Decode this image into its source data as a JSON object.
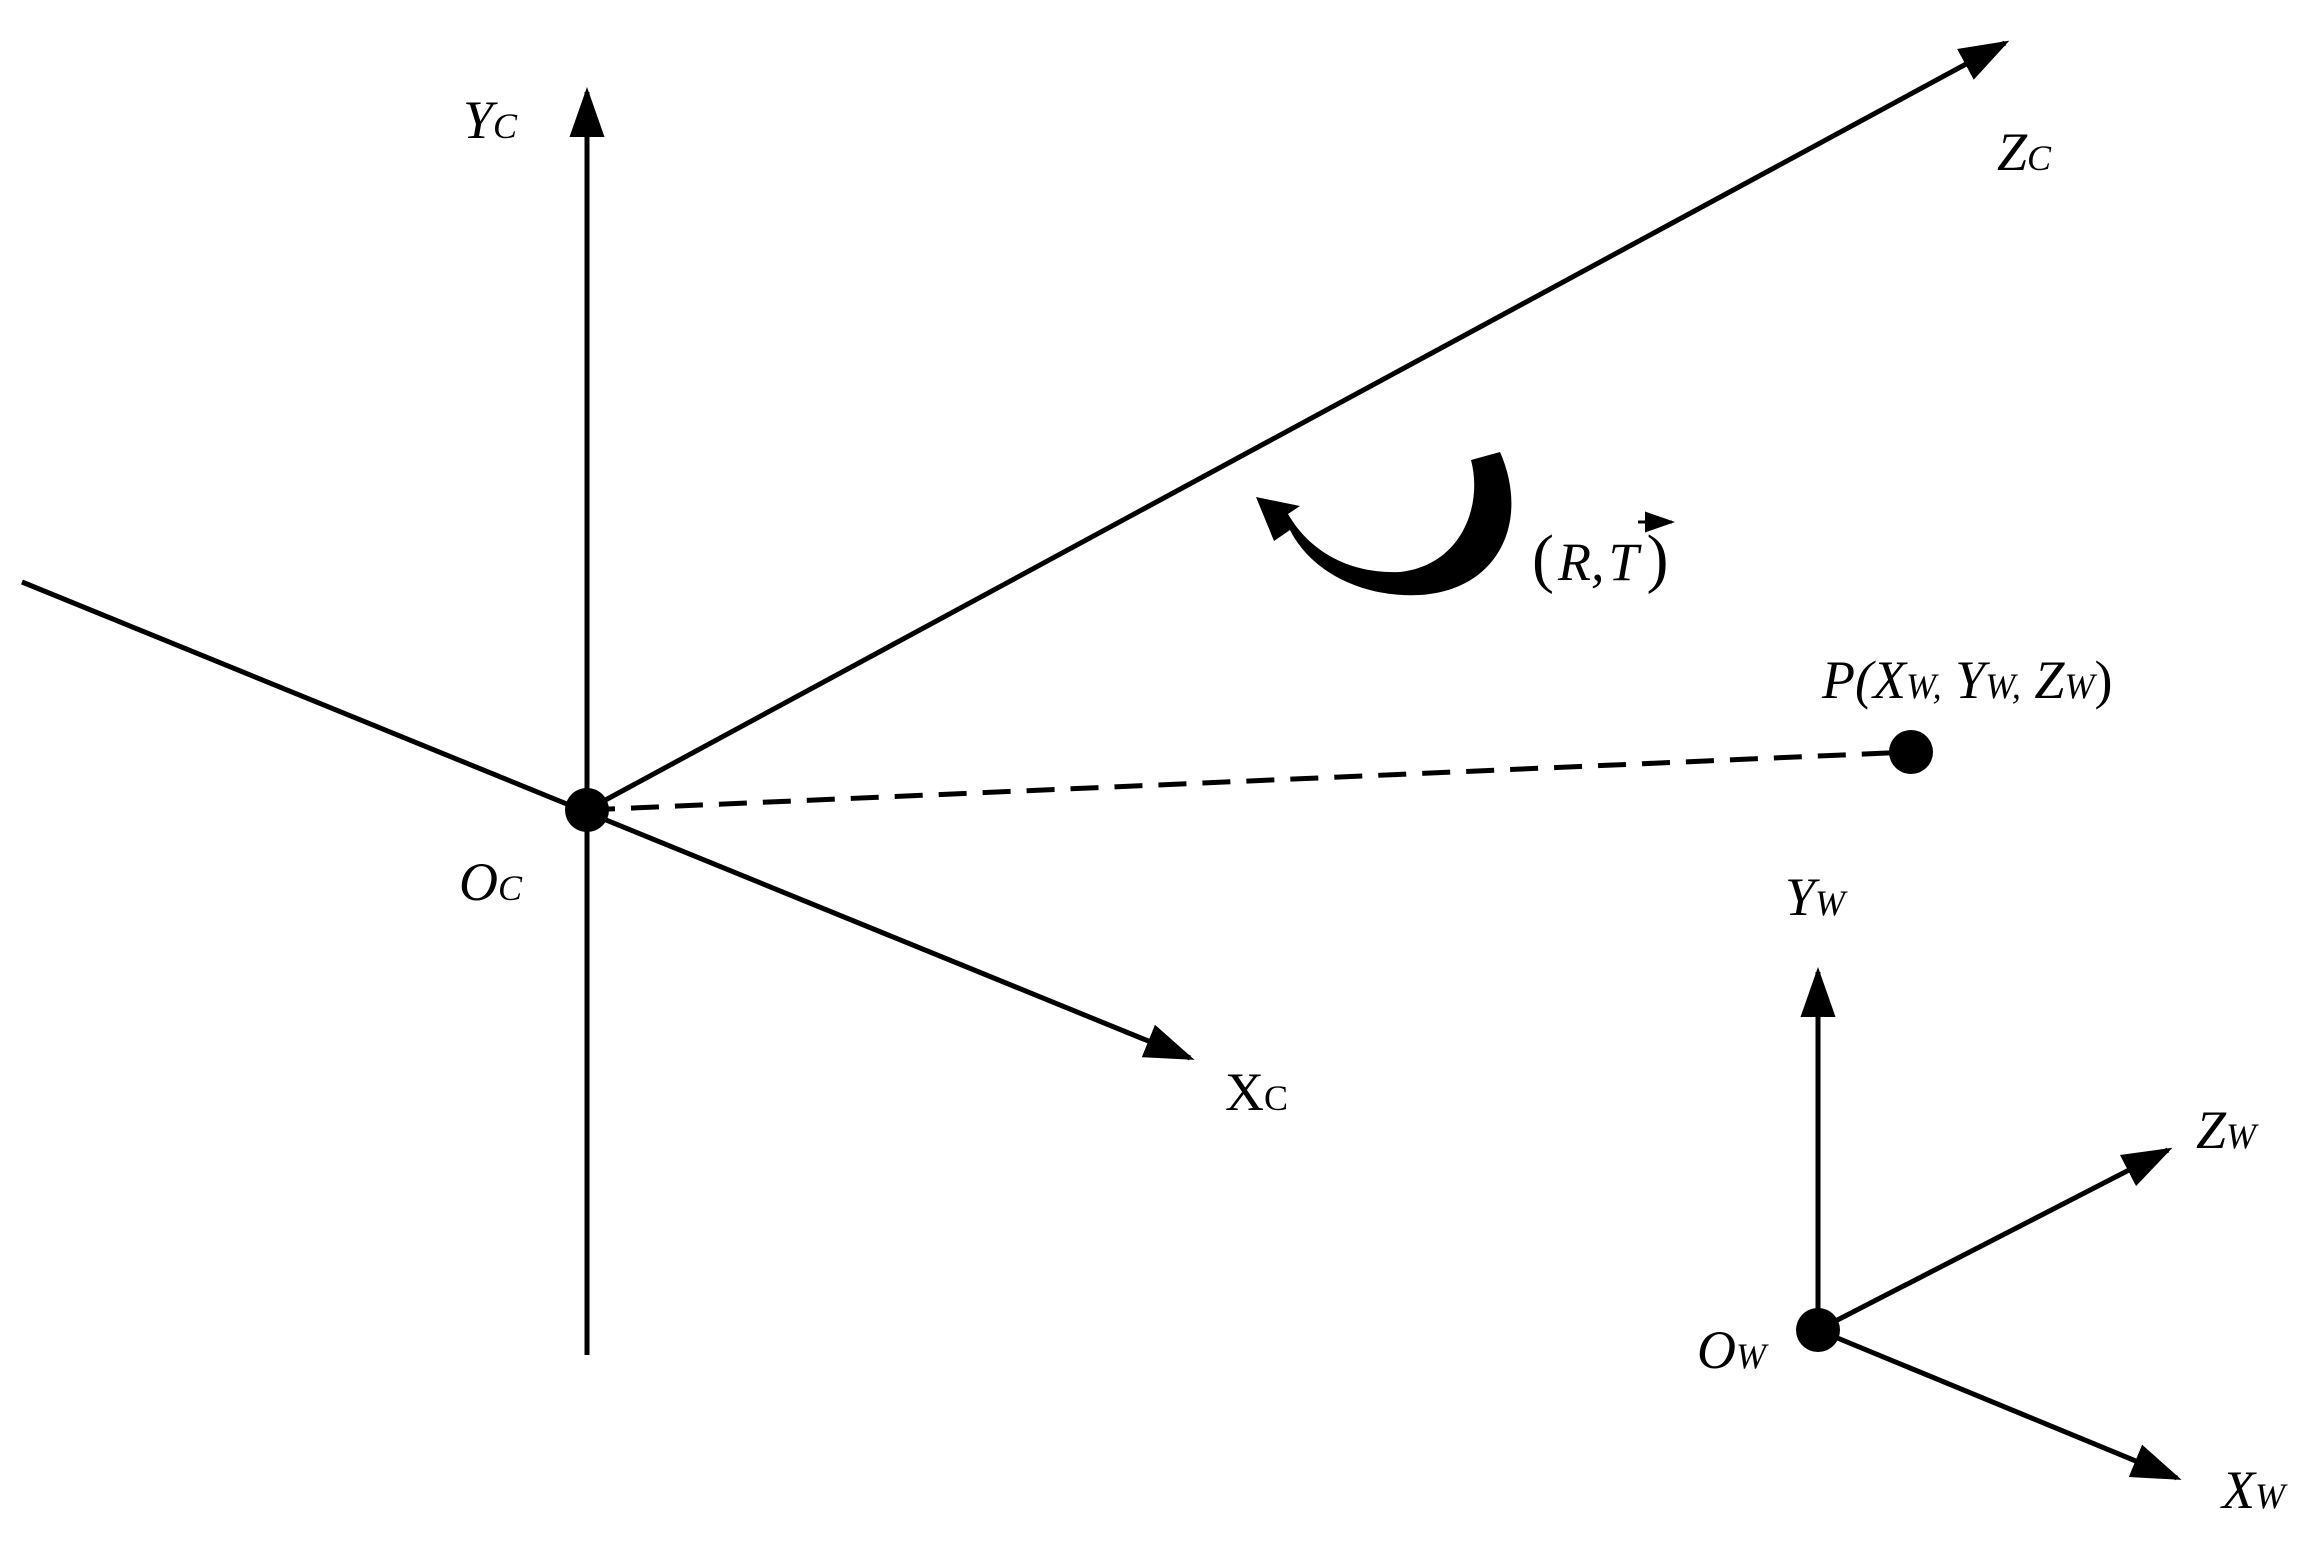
{
  "labels": {
    "yc_main": "Y",
    "yc_sub": "C",
    "zc_main": "Z",
    "zc_sub": "C",
    "xc_main": "X",
    "xc_sub": "C",
    "oc_main": "O",
    "oc_sub": "C",
    "yw_main": "Y",
    "yw_sub": "W",
    "zw_main": "Z",
    "zw_sub": "W",
    "xw_main": "X",
    "xw_sub": "W",
    "ow_main": "O",
    "ow_sub": "W",
    "transform_open": "(",
    "transform_r": "R,",
    "transform_t": "T",
    "transform_arrow": "⃗",
    "transform_close": ")",
    "point_p": "P(",
    "point_xw": "X",
    "point_xw_sub": "W,",
    "point_yw": " Y",
    "point_yw_sub": "W,",
    "point_zw": " Z",
    "point_zw_sub": "W",
    "point_close": ")"
  }
}
